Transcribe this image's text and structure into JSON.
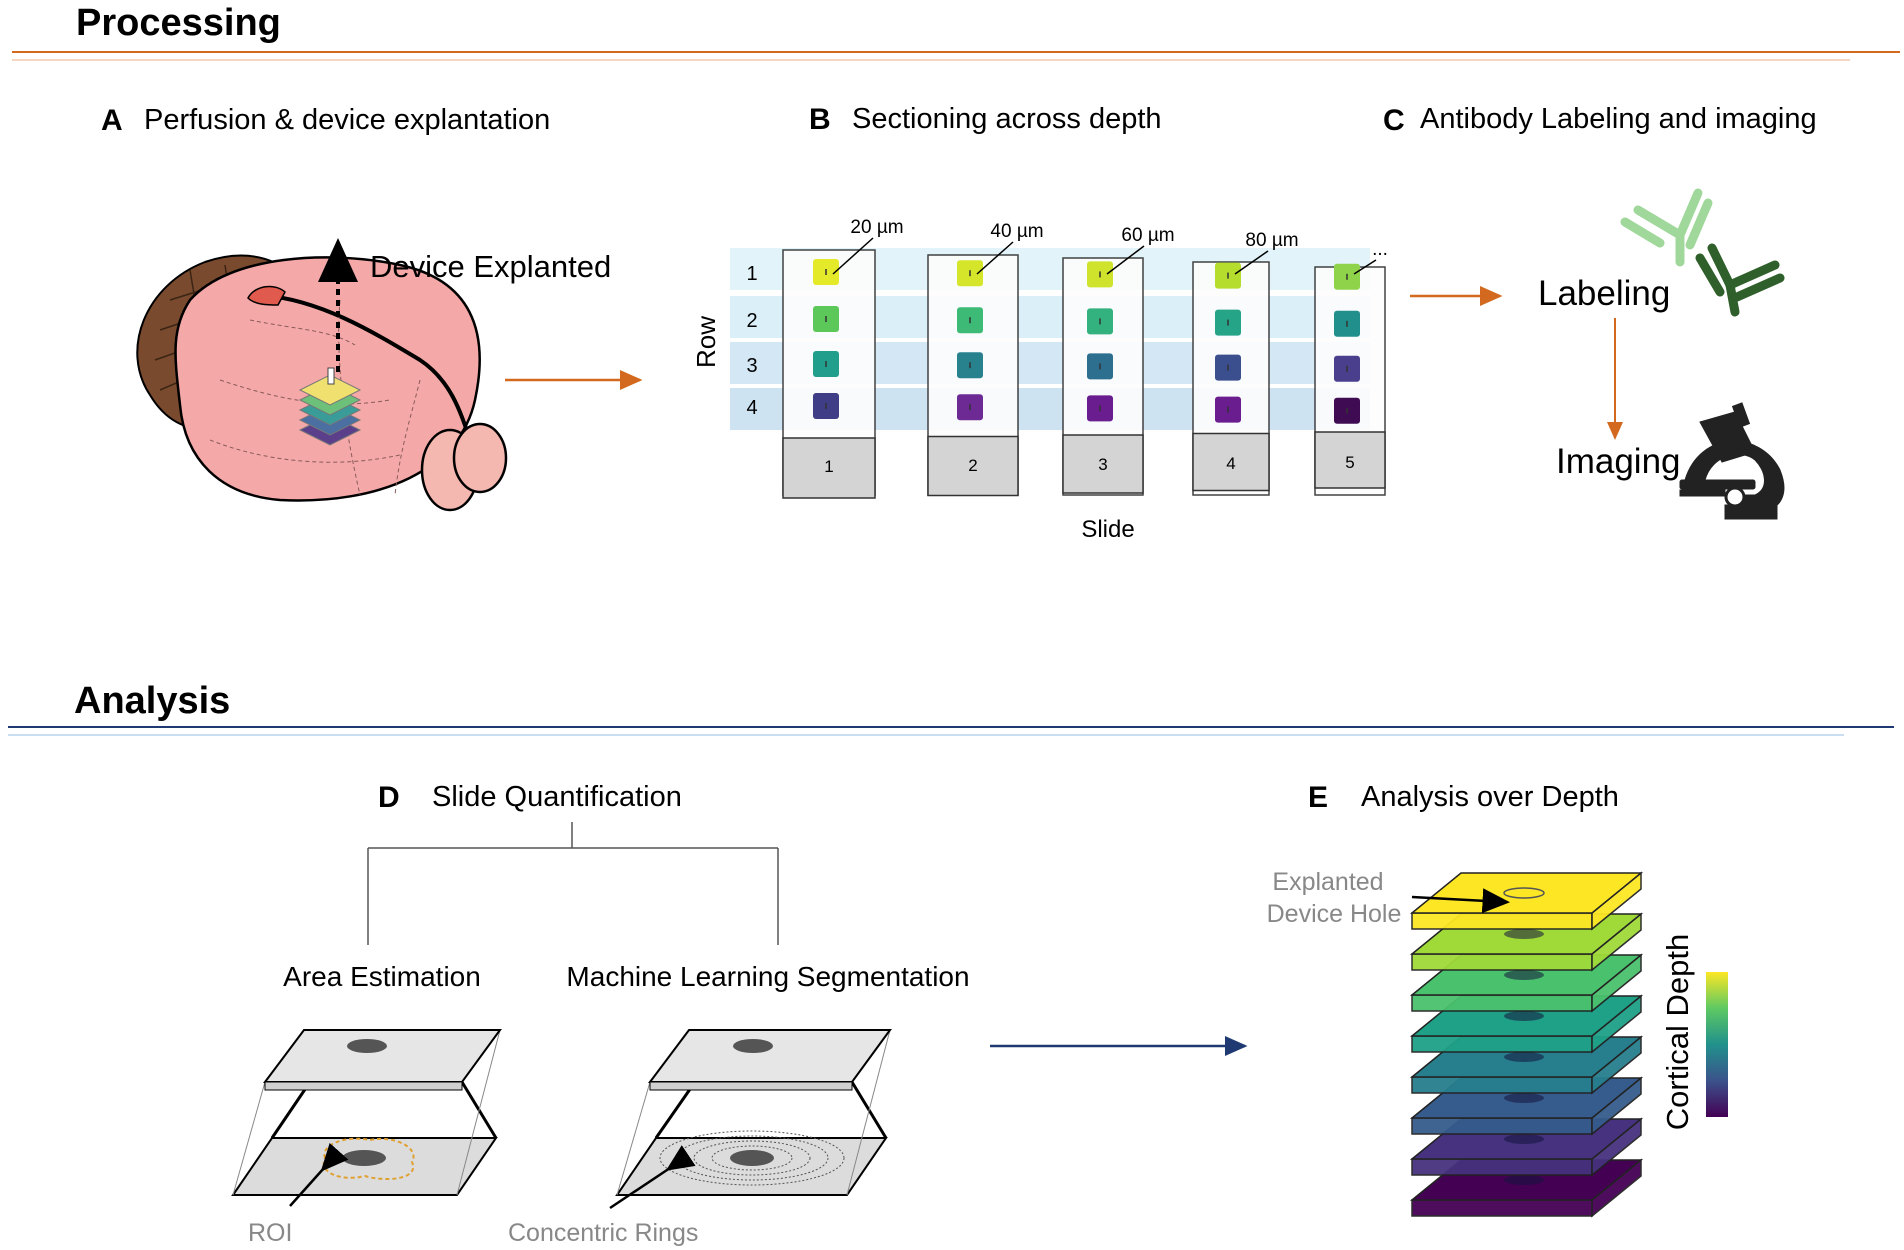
{
  "sections": {
    "processing": "Processing",
    "analysis": "Analysis"
  },
  "panels": {
    "a": {
      "letter": "A",
      "title": "Perfusion & device explantation",
      "device_label": "Device Explanted"
    },
    "b": {
      "letter": "B",
      "title": "Sectioning across depth",
      "row_axis": "Row",
      "slide_axis": "Slide",
      "rows": [
        "1",
        "2",
        "3",
        "4"
      ],
      "slides": [
        "1",
        "2",
        "3",
        "4",
        "5"
      ],
      "depths": [
        "20 µm",
        "40 µm",
        "60 µm",
        "80 µm",
        "..."
      ]
    },
    "c": {
      "letter": "C",
      "title": "Antibody Labeling and imaging",
      "labeling": "Labeling",
      "imaging": "Imaging"
    },
    "d": {
      "letter": "D",
      "title": "Slide Quantification",
      "area": "Area Estimation",
      "ml": "Machine Learning Segmentation",
      "roi": "ROI",
      "rings": "Concentric Rings"
    },
    "e": {
      "letter": "E",
      "title": "Analysis over Depth",
      "hole_line1": "Explanted",
      "hole_line2": "Device Hole",
      "colorbar": "Cortical Depth"
    }
  },
  "colors": {
    "processing_rule": "#d2691e",
    "analysis_rule": "#1f3a73",
    "brain": "#f4a9a8",
    "cerebellum": "#7a4a2e",
    "antibody_light": "#9fd89a",
    "antibody_dark": "#2f5f2a",
    "viridis": [
      "#fde725",
      "#a0da39",
      "#4ac16d",
      "#1fa187",
      "#277f8e",
      "#365c8d",
      "#46327e",
      "#440154"
    ]
  }
}
